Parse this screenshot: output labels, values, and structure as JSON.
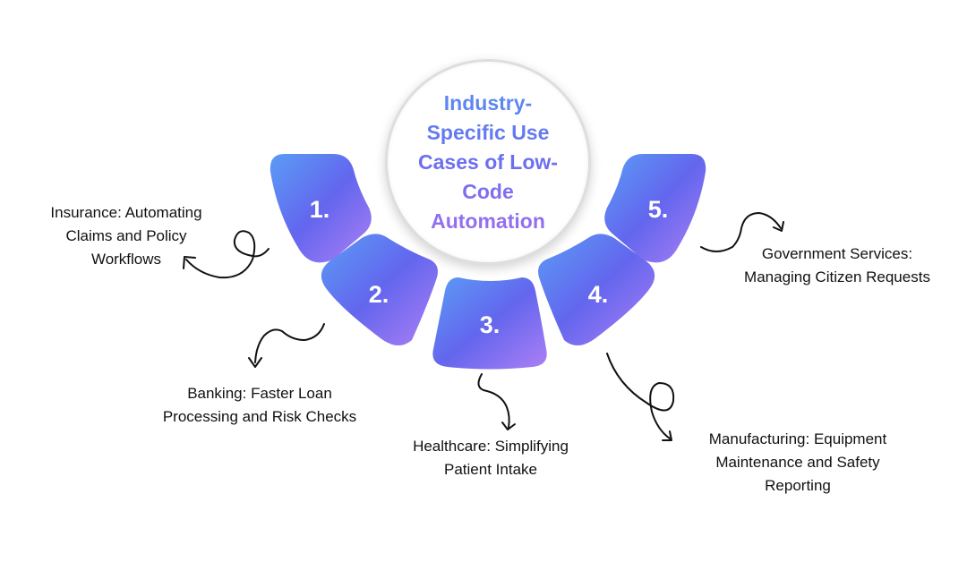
{
  "title": "Industry-Specific Use Cases of Low-Code Automation",
  "title_lines": [
    "Industry-",
    "Specific Use",
    "Cases of Low-",
    "Code",
    "Automation"
  ],
  "colors": {
    "gradient_start": "#5b9cf5",
    "gradient_mid": "#6366ee",
    "gradient_end": "#a97cf5",
    "text": "#111111",
    "arrow": "#111111"
  },
  "items": [
    {
      "number": "1.",
      "lines": [
        "Insurance: Automating",
        "Claims and Policy",
        "Workflows"
      ]
    },
    {
      "number": "2.",
      "lines": [
        "Banking: Faster Loan",
        "Processing and Risk Checks"
      ]
    },
    {
      "number": "3.",
      "lines": [
        "Healthcare: Simplifying",
        "Patient Intake"
      ]
    },
    {
      "number": "4.",
      "lines": [
        "Manufacturing: Equipment",
        "Maintenance and Safety",
        "Reporting"
      ]
    },
    {
      "number": "5.",
      "lines": [
        "Government Services:",
        "Managing Citizen Requests"
      ]
    }
  ]
}
